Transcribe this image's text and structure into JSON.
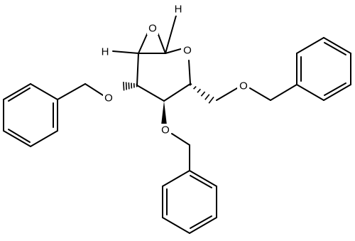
{
  "atoms": {
    "epoxide_oxygen": "O",
    "ring_oxygen": "O",
    "c1_hydrogen": "H",
    "c2_hydrogen": "H",
    "o3_benzyloxy": "O",
    "o4_benzyloxy": "O",
    "o6_benzyloxy": "O"
  },
  "colors": {
    "bond": "#000000",
    "background": "#ffffff"
  }
}
